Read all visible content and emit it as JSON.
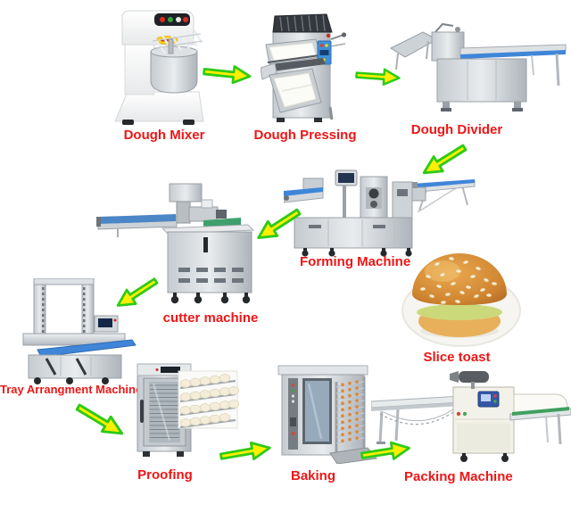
{
  "page": {
    "background": "#ffffff"
  },
  "colors": {
    "label": "#ee1616",
    "arrow_fill": "#ffee00",
    "arrow_stroke": "#2dcb17"
  },
  "diagram": {
    "description": "Bakery bread production line flow",
    "nodes": [
      {
        "id": "dough-mixer",
        "label": "Dough Mixer"
      },
      {
        "id": "dough-pressing",
        "label": "Dough Pressing"
      },
      {
        "id": "dough-divider",
        "label": "Dough Divider"
      },
      {
        "id": "forming-machine",
        "label": "Forming Machine"
      },
      {
        "id": "cutter-machine",
        "label": "cutter machine"
      },
      {
        "id": "slice-toast",
        "label": "Slice toast"
      },
      {
        "id": "tray-arrangment-machine",
        "label": "Tray Arrangment Machine"
      },
      {
        "id": "proofing",
        "label": "Proofing"
      },
      {
        "id": "baking",
        "label": "Baking"
      },
      {
        "id": "packing-machine",
        "label": "Packing Machine"
      }
    ],
    "arrows": [
      {
        "from": "Dough Mixer",
        "to": "Dough Pressing"
      },
      {
        "from": "Dough Pressing",
        "to": "Dough Divider"
      },
      {
        "from": "Dough Divider",
        "to": "Forming Machine"
      },
      {
        "from": "Forming Machine",
        "to": "cutter machine"
      },
      {
        "from": "cutter machine",
        "to": "Tray Arrangment Machine"
      },
      {
        "from": "Tray Arrangment Machine",
        "to": "Proofing"
      },
      {
        "from": "Proofing",
        "to": "Baking"
      },
      {
        "from": "Baking",
        "to": "Packing Machine"
      }
    ]
  }
}
